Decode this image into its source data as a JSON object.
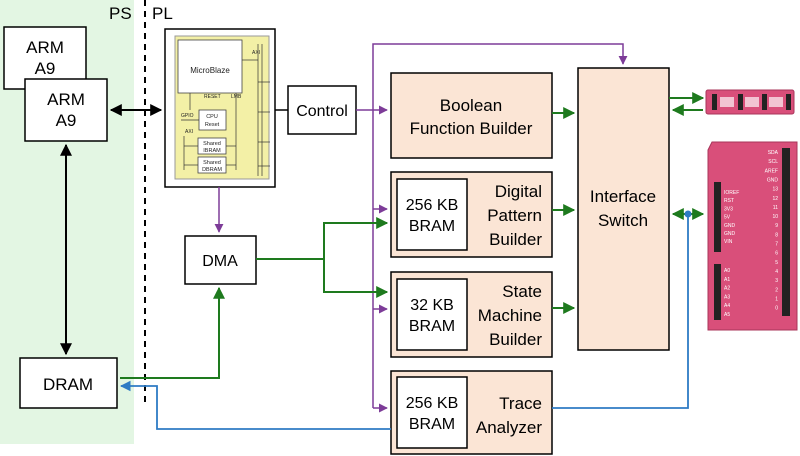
{
  "regions": {
    "ps": "PS",
    "pl": "PL"
  },
  "blocks": {
    "arm_back": [
      "ARM",
      "A9"
    ],
    "arm_front": [
      "ARM",
      "A9"
    ],
    "dram": "DRAM",
    "control": "Control",
    "dma": "DMA",
    "boolean": [
      "Boolean",
      "Function Builder"
    ],
    "pattern": {
      "bram": [
        "256 KB",
        "BRAM"
      ],
      "label": [
        "Digital",
        "Pattern",
        "Builder"
      ]
    },
    "state": {
      "bram": [
        "32 KB",
        "BRAM"
      ],
      "label": [
        "State",
        "Machine",
        "Builder"
      ]
    },
    "trace": {
      "bram": [
        "256 KB",
        "BRAM"
      ],
      "label": [
        "Trace",
        "Analyzer"
      ]
    },
    "interface": [
      "Interface",
      "Switch"
    ]
  },
  "microblaze": {
    "core": "MicroBlaze",
    "gpio": "GPIO",
    "reset": "RESET",
    "lmb": "LMB",
    "axi_top": "AXI",
    "axi_left": "AXI",
    "cpu_reset": [
      "CPU",
      "Reset"
    ],
    "ibram": [
      "Shared",
      "IBRAM"
    ],
    "dbram": [
      "Shared",
      "DBRAM"
    ]
  },
  "arduino": {
    "right_labels": [
      "SDA",
      "SCL",
      "AREF",
      "GND",
      "13",
      "12",
      "11",
      "10",
      "9",
      "8",
      "7",
      "6",
      "5",
      "4",
      "3",
      "2",
      "1",
      "0"
    ],
    "power_labels": [
      "IOREF",
      "RST",
      "3V3",
      "5V",
      "GND",
      "GND",
      "VIN"
    ],
    "analog_labels": [
      "A0",
      "A1",
      "A2",
      "A3",
      "A4",
      "A5"
    ]
  },
  "colors": {
    "ps_region": "#e3f6e3",
    "block_fill": "#fbe5d5",
    "purple": "#7d3c98",
    "green": "#1e7a1e",
    "blue": "#2e7bc4",
    "mb_fill": "#f3f0a6",
    "board": "#d94f7a"
  }
}
